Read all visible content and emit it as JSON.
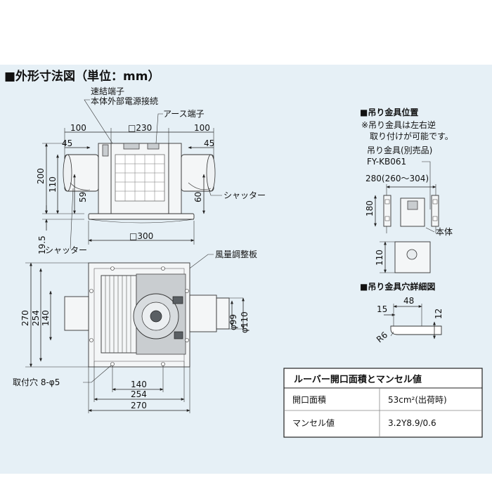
{
  "main_title": "■外形寸法図（単位：mm）",
  "front_view": {
    "callout_terminal_1": "速結端子",
    "callout_terminal_2": "本体外部電源接続",
    "callout_earth": "アース端子",
    "dim_top_center": "□230",
    "dim_left_width": "100",
    "dim_right_width": "100",
    "dim_left_inner": "45",
    "dim_right_inner": "45",
    "dim_height_total": "200",
    "dim_height_110": "110",
    "dim_height_59": "59",
    "dim_height_60": "60",
    "dim_bottom_square": "□300",
    "dim_19_5": "19.5",
    "label_shutter_right": "シャッター",
    "label_shutter_left": "シャッター"
  },
  "plan_view": {
    "label_damper": "風量調整板",
    "dim_270_v": "270",
    "dim_254_v": "254",
    "dim_140_v": "140",
    "dim_phi99": "φ99",
    "dim_phi110": "φ110",
    "label_mount_holes": "取付穴 8-φ5",
    "dim_140_h": "140",
    "dim_254_h": "254",
    "dim_270_h": "270"
  },
  "hanger_position": {
    "title": "■吊り金具位置",
    "note_1": "※吊り金具は左右逆",
    "note_2": "取り付けが可能です。",
    "part_label": "吊り金具(別売品)",
    "part_number": "FY-KB061",
    "dim_280": "280(260～304)",
    "dim_180": "180",
    "dim_110": "110",
    "label_body": "本体"
  },
  "hole_detail": {
    "title": "■吊り金具穴詳細図",
    "dim_48": "48",
    "dim_15": "15",
    "dim_12": "12",
    "dim_r6": "R6"
  },
  "louver_table": {
    "title": "ルーバー開口面積とマンセル値",
    "rows": [
      {
        "label": "開口面積",
        "value": "53cm²(出荷時)"
      },
      {
        "label": "マンセル値",
        "value": "3.2Y8.9/0.6"
      }
    ]
  }
}
